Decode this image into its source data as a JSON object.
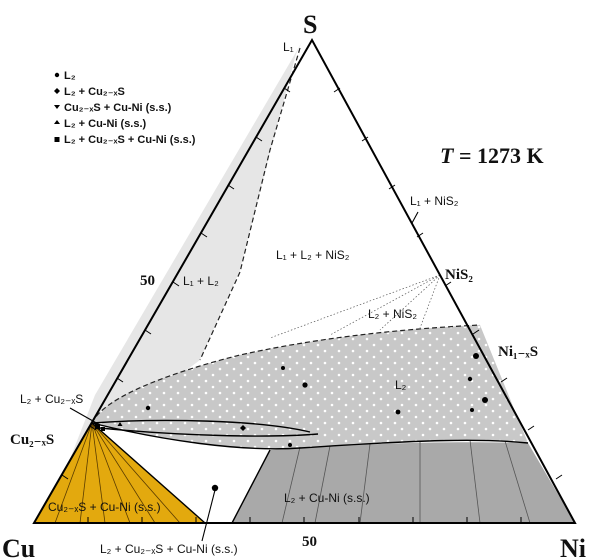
{
  "corners": {
    "top": "S",
    "left": "Cu",
    "right": "Ni"
  },
  "temperature": {
    "var": "T",
    "rest": " = 1273 K"
  },
  "axis_marks": {
    "left_edge": "50",
    "bottom_edge": "50"
  },
  "legend": [
    {
      "symbol": "circle",
      "text": "L₂"
    },
    {
      "symbol": "diamond",
      "text": "L₂ + Cu₂₋ₓS"
    },
    {
      "symbol": "triangle-down",
      "text": "Cu₂₋ₓS + Cu-Ni (s.s.)"
    },
    {
      "symbol": "triangle-up",
      "text": "L₂ + Cu-Ni (s.s.)"
    },
    {
      "symbol": "square",
      "text": "L₂ + Cu₂₋ₓS + Cu-Ni (s.s.)"
    }
  ],
  "region_labels": {
    "l1_top": "L₁",
    "l1_l2": "L₁ + L₂",
    "l1_l2_nis2": "L₁ + L₂ + NiS₂",
    "l1_nis2": "L₁ + NiS₂",
    "l2_nis2": "L₂ + NiS₂",
    "l2": "L₂",
    "l2_cu2xs": "L₂ + Cu₂₋ₓS",
    "l2_cuni": "L₂ + Cu-Ni (s.s.)",
    "cu2xs_cuni": "Cu₂₋ₓS + Cu-Ni (s.s.)",
    "l2_cu2xs_cuni": "L₂ + Cu₂₋ₓS + Cu-Ni (s.s.)"
  },
  "phase_points": {
    "nis2": "NiS₂",
    "ni1xs": "Ni₁₋ₓS",
    "cu2xs": "Cu₂₋ₓS"
  },
  "colors": {
    "l1_l2_region": "#e6e6e6",
    "l2_region": "#c8c8c8",
    "l2_cuni_region": "#a9a9a9",
    "cu2xs_cuni_region": "#e3a90e",
    "outline": "#000000"
  }
}
